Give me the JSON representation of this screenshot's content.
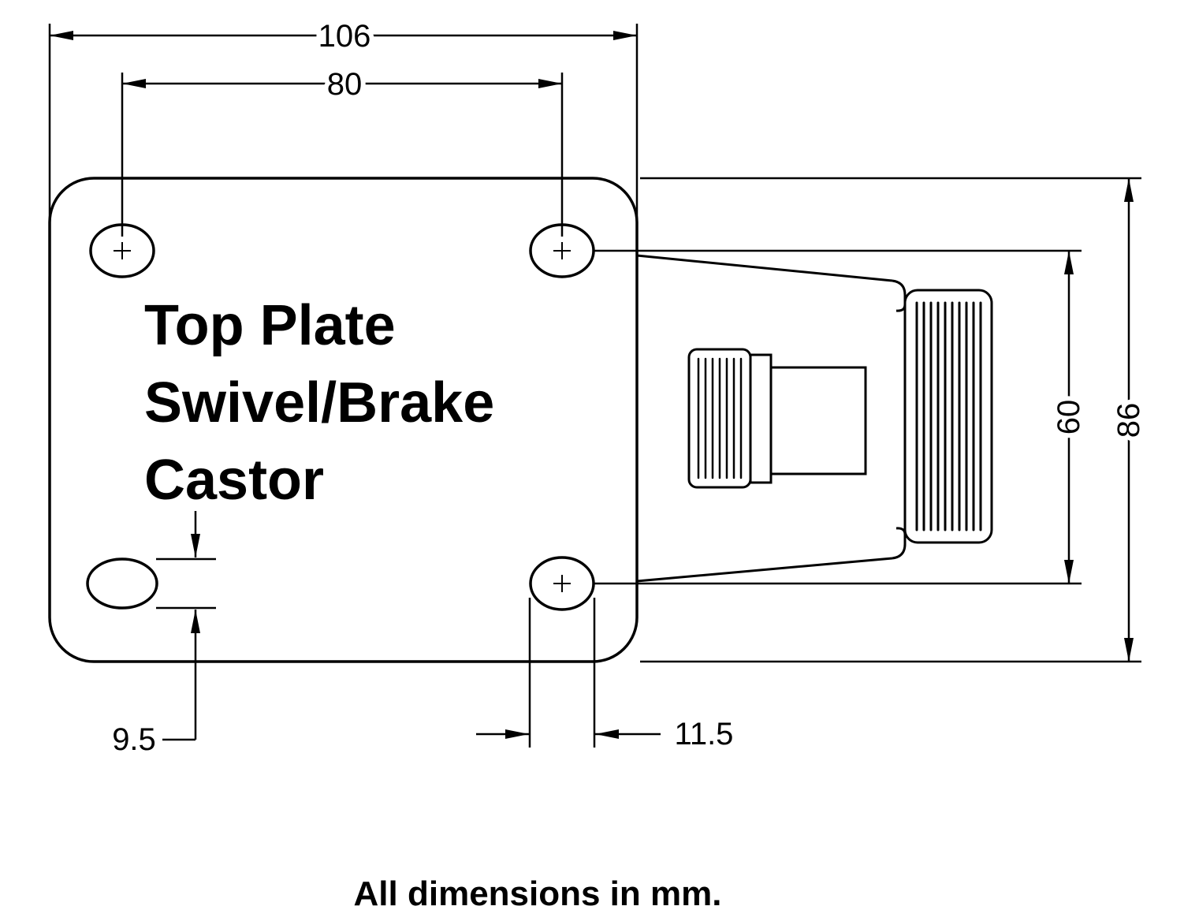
{
  "drawing": {
    "product_label": {
      "line1": "Top Plate",
      "line2": "Swivel/Brake",
      "line3": "Castor"
    },
    "dimensions": {
      "overall_width": "106",
      "bolt_spacing_width": "80",
      "overall_depth": "86",
      "bolt_spacing_depth": "60",
      "slot_width": "9.5",
      "bolt_hole_diameter": "11.5"
    },
    "footer_note": "All dimensions in mm.",
    "colors": {
      "line": "#000000",
      "background": "#ffffff"
    }
  }
}
